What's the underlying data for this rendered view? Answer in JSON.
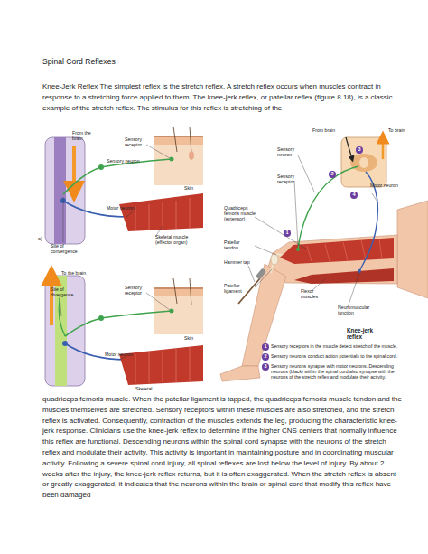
{
  "diagram": {
    "title": "Spinal Cord Reflexes",
    "labels": [
      "Knee-Jerk Reflex The simplest reflex is the stretch reflex. A stretch reflex occurs when muscles contract in response to a stretching force applied to them. The knee-jerk reflex, or patellar reflex (figure 8.18), is a classic example of the stretch reflex. The stimulus for this reflex is stretching of the",
      "From the brain",
      "Sensory receptor",
      "Sensory neuron",
      "Skin",
      "Motor neuron",
      "Site of convergence",
      "Skeletal muscle (effector organ)",
      "a)",
      "To the brain",
      "Site of divergence",
      "Sensory receptor",
      "Skin",
      "Motor neuron",
      "Skeletal",
      "From brain",
      "To brain",
      "3",
      "2",
      "Sensory neuron",
      "Sensory receptor",
      "4",
      "Motor neuron",
      "Quadriceps femoris muscle (extensor)",
      "1",
      "Patellar tendon",
      "Hammer tap",
      "Patellar ligament",
      "Flexor muscles",
      "Neuromuscular junction",
      "Knee-jerk reflex",
      "1",
      "Sensory receptors in the muscle detect stretch of the muscle.",
      "2",
      "Sensory neurons conduct action potentials to the spinal cord.",
      "3",
      "Sensory neurons synapse with motor neurons. Descending neurons (black) within the spinal cord also synapse with the neurons of the stretch reflex and modulate their activity.",
      "quadriceps femoris muscle. When the patellar ligament is tapped, the quadriceps femoris muscle tendon and the muscles themselves are stretched. Sensory receptors within these muscles are also stretched, and the stretch reflex is activated. Consequently, contraction of the muscles extends the leg, producing the characteristic knee-jerk response. Clinicians use the knee-jerk reflex to determine if the higher CNS centers that normally influence this reflex are functional. Descending neurons within the spinal cord synapse with the neurons of the stretch reflex and modulate their activity. This activity is important in maintaining posture and in coordinating muscular activity. Following a severe spinal cord injury, all spinal reflexes are lost below the level of injury. By about 2 weeks after the injury, the knee-jerk reflex returns, but it is often exaggerated. When the stretch reflex is absent or greatly exaggerated, it indicates that the neurons within the brain or spinal cord that modify this reflex have been damaged"
    ]
  }
}
